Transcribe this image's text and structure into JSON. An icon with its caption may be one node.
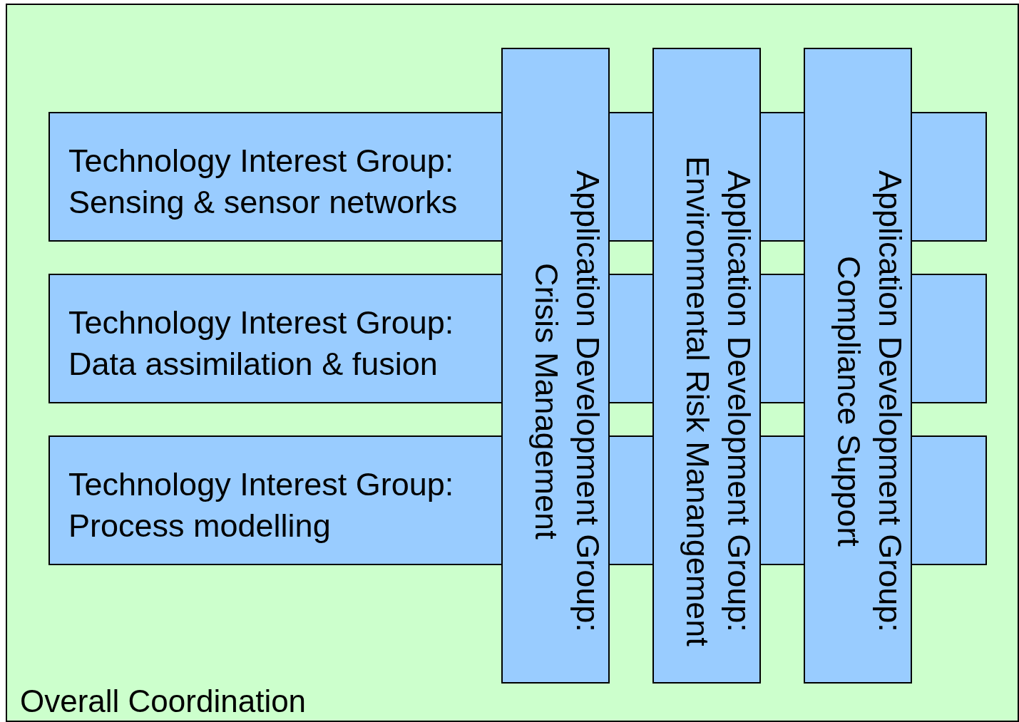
{
  "diagram": {
    "nodes": [
      {
        "text": [
          "Overall Coordination"
        ]
      },
      {
        "text": [
          "Technology Interest Group:",
          "Sensing & sensor networks"
        ],
        "in": 0
      },
      {
        "text": [
          "Technology Interest Group:",
          "Data assimilation & fusion"
        ],
        "in": 0
      },
      {
        "text": [
          "Technology Interest Group:",
          "Process modelling"
        ],
        "in": 0
      },
      {
        "text": [
          "Application Development Group:",
          "Crisis Management"
        ],
        "in": 0
      },
      {
        "text": [
          "Application Development Group:",
          "Environmental Risk Manangement"
        ],
        "in": 0
      },
      {
        "text": [
          "Application Development Group:",
          "Compliance Support"
        ],
        "in": 0
      }
    ],
    "edges": []
  }
}
